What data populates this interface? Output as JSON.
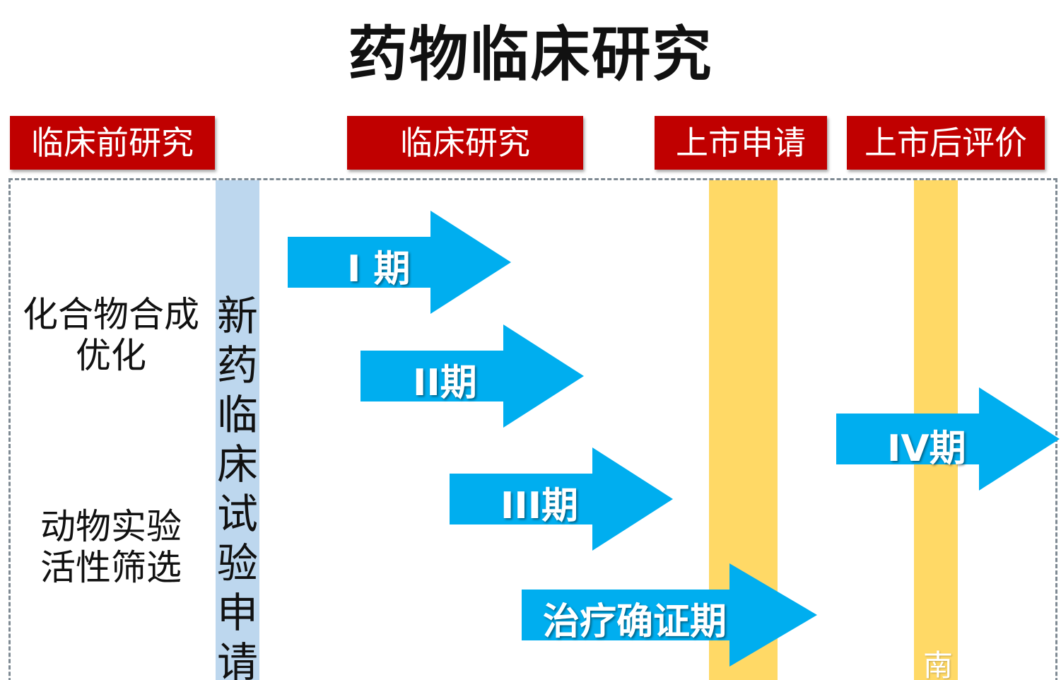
{
  "title": "药物临床研究",
  "stages": {
    "preclinical": "临床前研究",
    "clinical": "临床研究",
    "nda": "上市申请",
    "postmarket": "上市后评价"
  },
  "left_labels": {
    "compound": "化合物合成\n优化",
    "animal": "动物实验\n活性筛选"
  },
  "ind_band_text": "新药临床试验申请",
  "phases": {
    "phase1": "I 期",
    "phase2": "II期",
    "phase3": "III期",
    "confirm": "治疗确证期",
    "phase4": "IV期"
  },
  "watermark": "南",
  "colors": {
    "header_red": "#c00000",
    "arrow_blue": "#00aeef",
    "band_blue": "#bdd7ee",
    "band_yellow": "#ffd966"
  }
}
